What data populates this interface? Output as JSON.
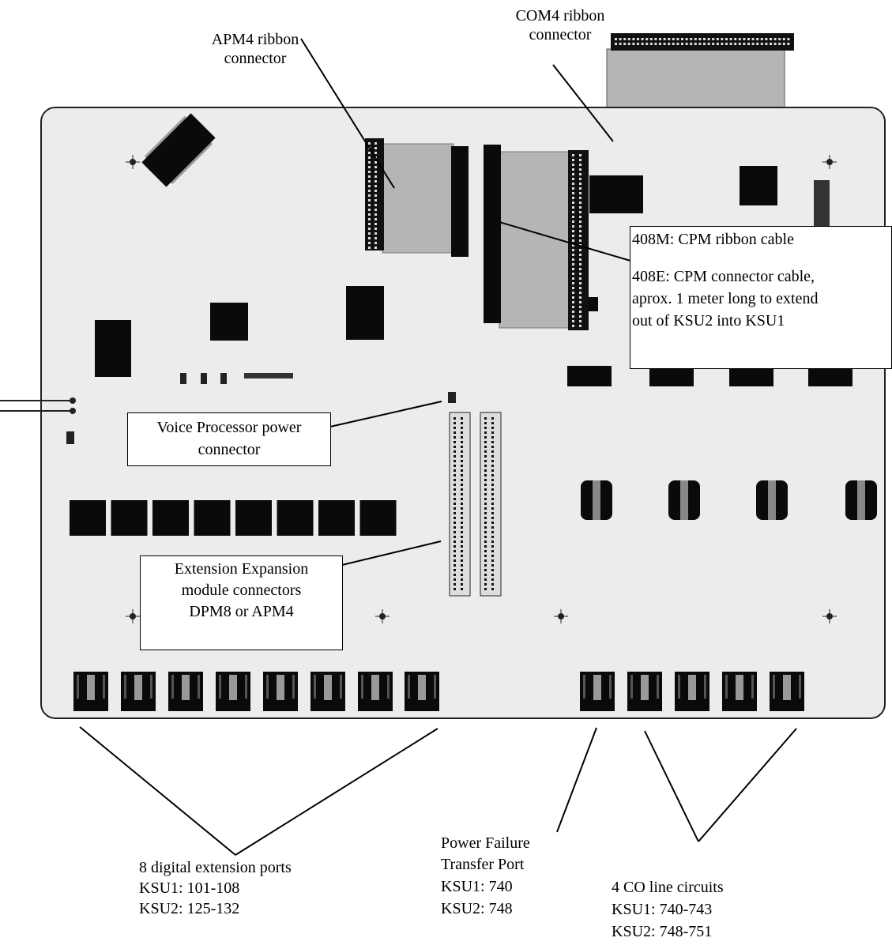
{
  "labels": {
    "apm4": {
      "line1": "APM4 ribbon",
      "line2": "connector"
    },
    "com4": {
      "line1": "COM4 ribbon",
      "line2": "connector"
    },
    "cpm": {
      "l1": "408M:  CPM ribbon cable",
      "l2": "408E: CPM connector cable,",
      "l3": "aprox.  1 meter long to extend",
      "l4": "out of KSU2 into KSU1"
    },
    "voice": {
      "line1": "Voice Processor power",
      "line2": "connector"
    },
    "expansion": {
      "line1": "Extension Expansion",
      "line2": "module connectors",
      "line3": "DPM8 or APM4"
    },
    "ext_ports": {
      "line1": "8 digital extension ports",
      "line2": "KSU1: 101-108",
      "line3": "KSU2: 125-132"
    },
    "pft": {
      "line1": "Power Failure",
      "line2": "Transfer Port",
      "line3": "KSU1: 740",
      "line4": "KSU2:  748"
    },
    "co": {
      "line1": "4 CO line circuits",
      "line2": "KSU1: 740-743",
      "line3": "KSU2:  748-751"
    }
  },
  "colors": {
    "board": "#ececec",
    "board_border": "#222222",
    "component": "#0a0a0a",
    "ribbon": "#b5b5b5"
  }
}
